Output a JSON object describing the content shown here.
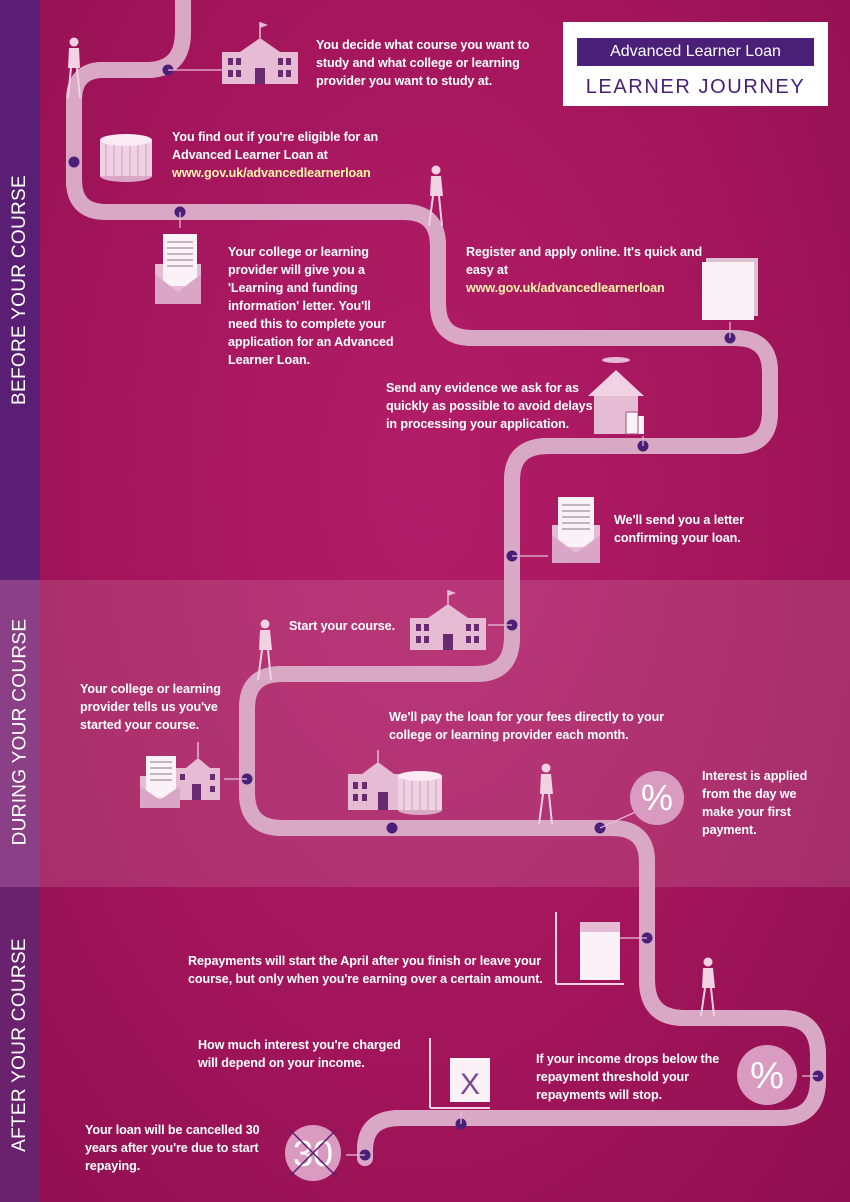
{
  "header": {
    "title": "Advanced Learner Loan",
    "subtitle": "LEARNER JOURNEY"
  },
  "sections": {
    "before": "BEFORE YOUR COURSE",
    "during": "DURING YOUR COURSE",
    "after": "AFTER YOUR COURSE"
  },
  "steps": {
    "decide": "You decide what course you want to study and what college or learning provider you want to study at.",
    "eligible_text": "You find out if you're eligible for an Advanced Learner Loan at",
    "eligible_link": "www.gov.uk/advancedlearnerloan",
    "letter_info": "Your college or learning provider will give you a 'Learning and funding information' letter. You'll need this to complete your application for an Advanced Learner Loan.",
    "register_text": "Register and apply online. It's quick and easy at",
    "register_link": "www.gov.uk/advancedlearnerloan",
    "evidence": "Send any evidence we ask for as quickly as possible to avoid delays in processing your application.",
    "confirm_letter": "We'll send you a letter confirming your loan.",
    "start_course": "Start your course.",
    "provider_tells": "Your college or learning provider tells us you've started your course.",
    "pay_fees": "We'll pay the loan for your fees directly to your college or learning provider each month.",
    "interest_applied": "Interest is applied from the day we make your first payment.",
    "repayments_start": "Repayments will start the April after you finish or leave your course, but only when you're earning over a certain amount.",
    "interest_income": "How much interest you're charged will depend on your income.",
    "income_drops": "If your income drops below the repayment threshold your repayments will stop.",
    "cancelled": "Your loan will be cancelled 30 years after you're due to start repaying."
  },
  "icons": {
    "percent_1": "%",
    "percent_2": "%",
    "cross": "X",
    "thirty": "30"
  },
  "colors": {
    "background": "#a8175f",
    "path": "#f0d2e2",
    "path_edge": "#d9a8c4",
    "node": "#4a1f78",
    "strip_before": "#5a1f74",
    "strip_during": "#8a3f86",
    "strip_after": "#6a226e",
    "link": "#fff7a8"
  }
}
